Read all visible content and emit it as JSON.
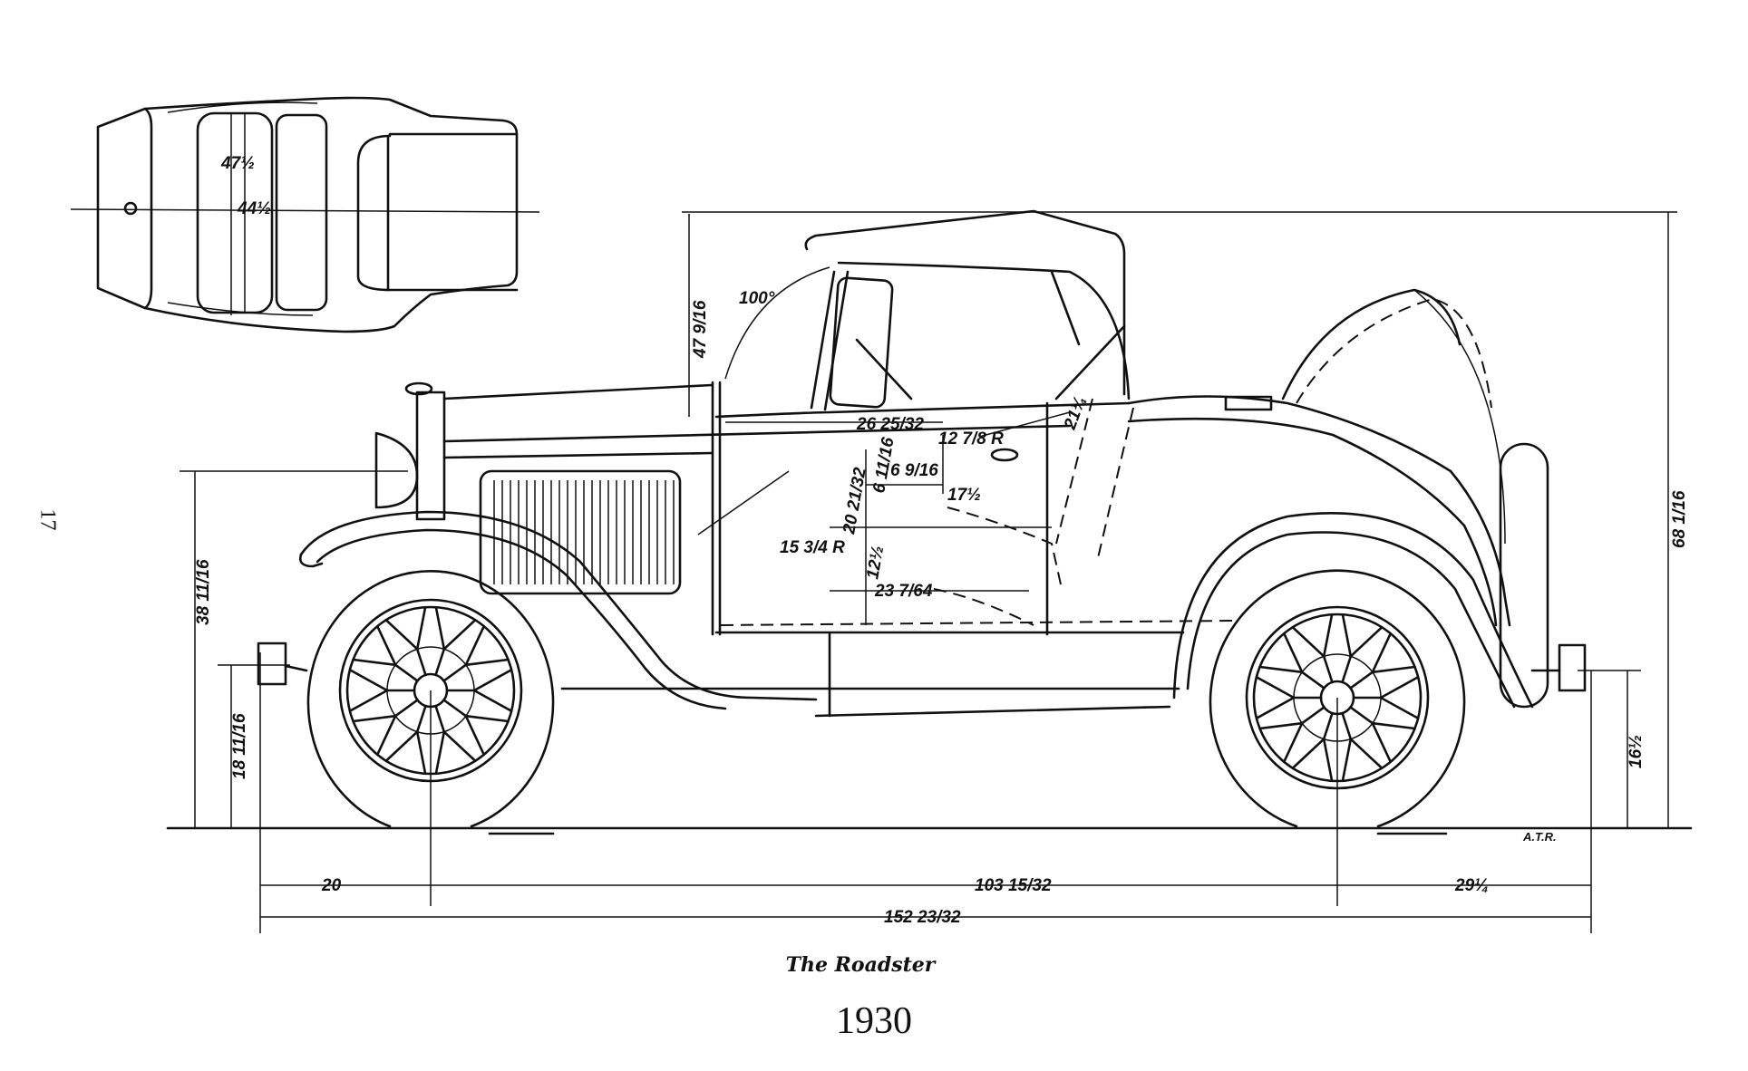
{
  "page": {
    "number": "17",
    "caption_title": "The Roadster",
    "caption_year": "1930",
    "draftsman_initials": "A.T.R."
  },
  "top_view": {
    "labels": {
      "width_outer": "47½",
      "width_inner": "44½"
    }
  },
  "side_view": {
    "dimensions": {
      "windshield_angle": "100°",
      "windshield_height": "47 9/16",
      "overall_height": "68 1/16",
      "front_bumper_height": "38 11/16",
      "front_bumper_center_height": "18 11/16",
      "rear_bumper_height": "16½",
      "dash_to_seat": "26 25/32",
      "steering_wheel_radius": "12 7/8 R",
      "seat_back_angle": "21¼",
      "cushion_height": "6 11/16",
      "seat_offset": "6 9/16",
      "leg_room": "17½",
      "seat_height": "20 21/32",
      "pedal_radius": "15 3/4 R",
      "floor_to_seat": "12½",
      "seat_depth": "23 7/64",
      "front_overhang": "20",
      "wheelbase": "103 15/32",
      "rear_overhang": "29¼",
      "overall_length": "152 23/32"
    }
  }
}
